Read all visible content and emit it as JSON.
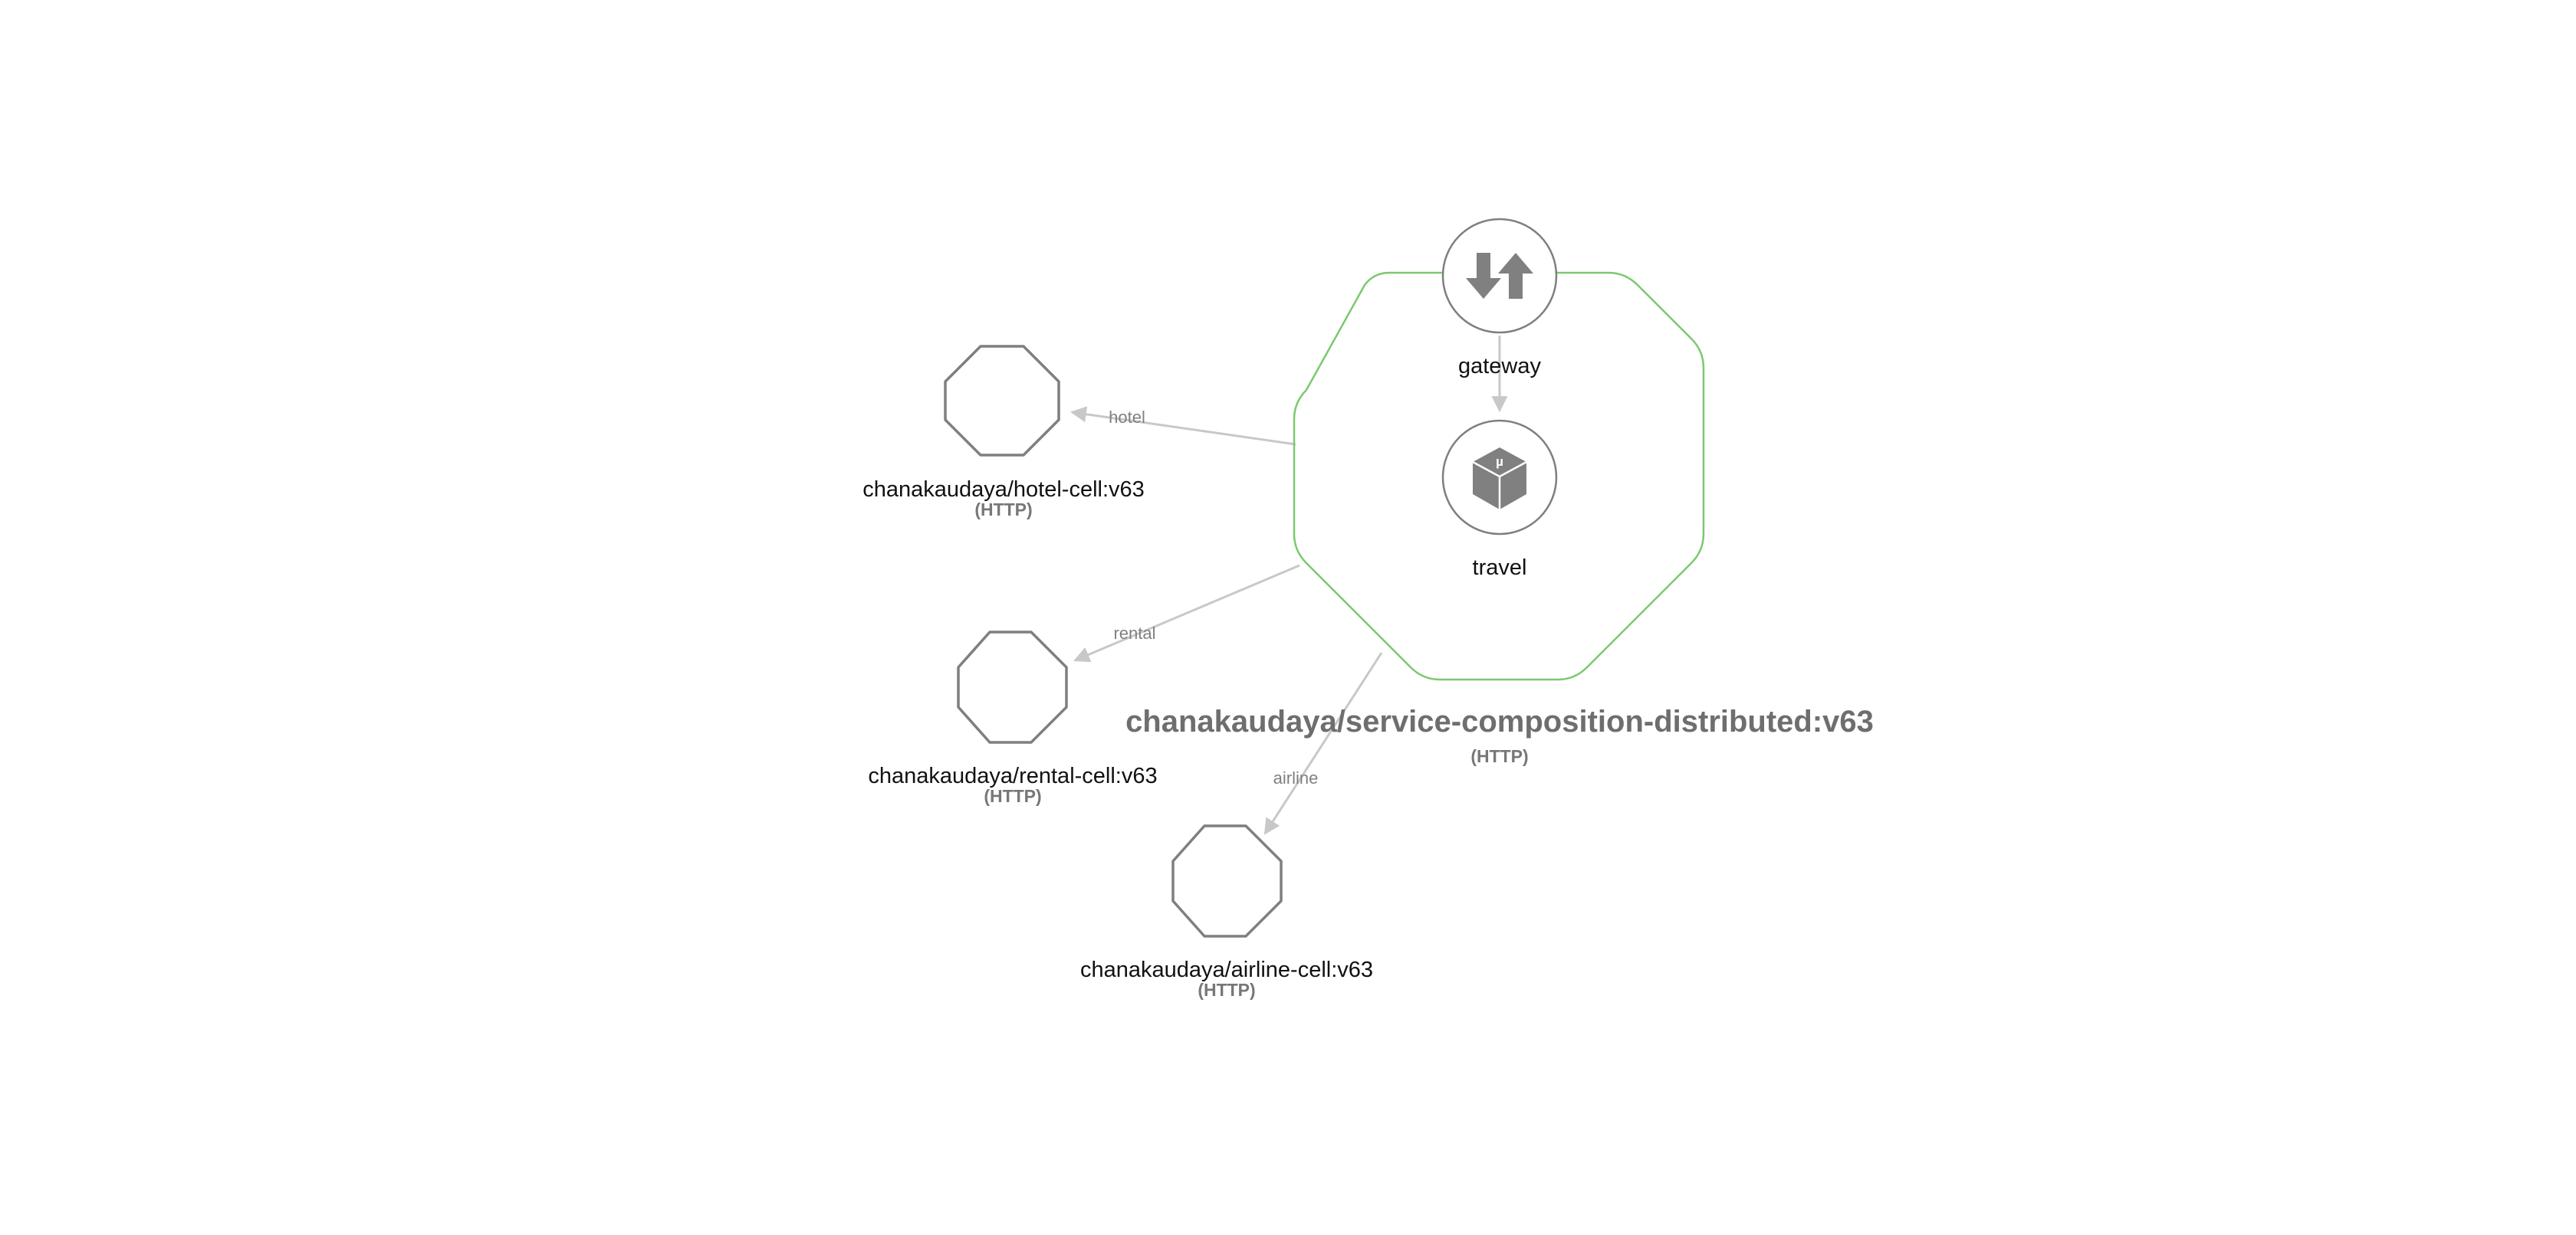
{
  "composite": {
    "name": "chanakaudaya/service-composition-distributed:v63",
    "protocol": "(HTTP)",
    "components": {
      "gateway": {
        "label": "gateway",
        "icon": "gateway-arrows-icon"
      },
      "travel": {
        "label": "travel",
        "icon": "microservice-cube-icon",
        "badge": "µ"
      }
    }
  },
  "cells": {
    "hotel": {
      "name": "chanakaudaya/hotel-cell:v63",
      "protocol": "(HTTP)"
    },
    "rental": {
      "name": "chanakaudaya/rental-cell:v63",
      "protocol": "(HTTP)"
    },
    "airline": {
      "name": "chanakaudaya/airline-cell:v63",
      "protocol": "(HTTP)"
    }
  },
  "edges": {
    "hotel": "hotel",
    "rental": "rental",
    "airline": "airline"
  },
  "colors": {
    "cell_boundary": "#7bc96f",
    "edge": "#c8c8c8",
    "node_stroke": "#7f7f7f",
    "icon": "#808080"
  }
}
